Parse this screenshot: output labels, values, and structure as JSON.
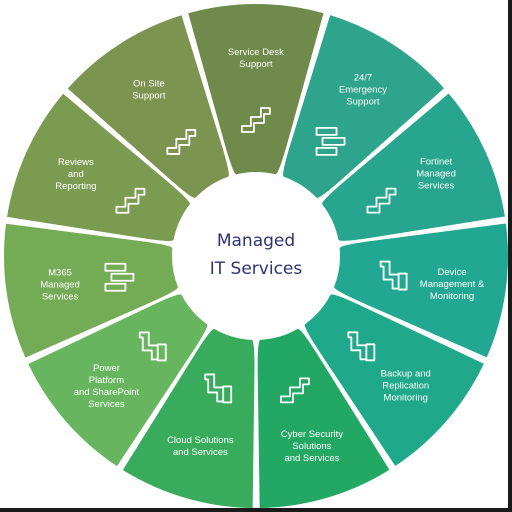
{
  "center": {
    "line1": "Managed",
    "line2": "IT Services"
  },
  "segments": [
    {
      "id": "service-desk",
      "lines": [
        "Service Desk",
        "Support"
      ],
      "color": "#6f8a4a",
      "icon": "step-path-icon"
    },
    {
      "id": "emergency",
      "lines": [
        "24/7",
        "Emergency",
        "Support"
      ],
      "color": "#2ea48c",
      "icon": "stacked-bars-icon"
    },
    {
      "id": "fortinet",
      "lines": [
        "Fortinet",
        "Managed",
        "Services"
      ],
      "color": "#27a58e",
      "icon": "step-path-icon"
    },
    {
      "id": "device",
      "lines": [
        "Device",
        "Management &",
        "Monitoring"
      ],
      "color": "#22a892",
      "icon": "zigzag-blocks-icon"
    },
    {
      "id": "backup",
      "lines": [
        "Backup and",
        "Replication",
        "Monitoring"
      ],
      "color": "#1fa88a",
      "icon": "zigzag-blocks-icon"
    },
    {
      "id": "cyber",
      "lines": [
        "Cyber Security",
        "Solutions",
        "and Services"
      ],
      "color": "#22a863",
      "icon": "step-path-icon"
    },
    {
      "id": "cloud",
      "lines": [
        "Cloud Solutions",
        "and Services"
      ],
      "color": "#38ab5c",
      "icon": "zigzag-blocks-icon"
    },
    {
      "id": "power",
      "lines": [
        "Power",
        "Platform",
        "and SharePoint",
        "Services"
      ],
      "color": "#67b55f",
      "icon": "zigzag-blocks-icon"
    },
    {
      "id": "m365",
      "lines": [
        "M365",
        "Managed",
        "Services"
      ],
      "color": "#74ab55",
      "icon": "stacked-bars-icon"
    },
    {
      "id": "reviews",
      "lines": [
        "Reviews",
        "and",
        "Reporting"
      ],
      "color": "#7a9b50",
      "icon": "step-path-icon"
    },
    {
      "id": "onsite",
      "lines": [
        "On Site",
        "Support"
      ],
      "color": "#7d9350",
      "icon": "step-path-icon"
    }
  ]
}
